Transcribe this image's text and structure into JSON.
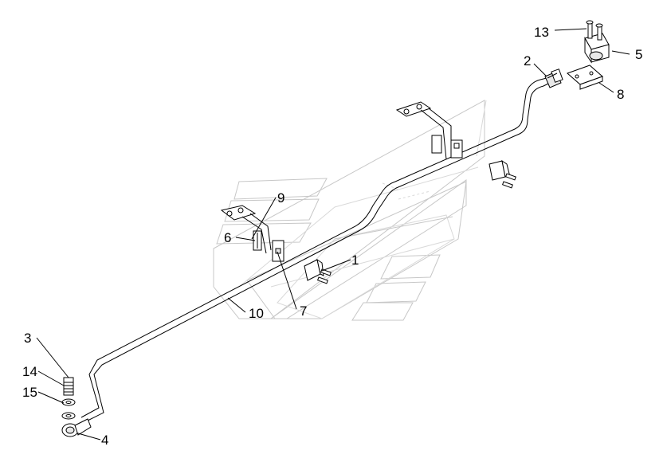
{
  "diagram": {
    "callouts": [
      {
        "id": "1",
        "text": "1"
      },
      {
        "id": "2",
        "text": "2"
      },
      {
        "id": "3",
        "text": "3"
      },
      {
        "id": "4",
        "text": "4"
      },
      {
        "id": "5",
        "text": "5"
      },
      {
        "id": "6",
        "text": "6"
      },
      {
        "id": "7",
        "text": "7"
      },
      {
        "id": "8",
        "text": "8"
      },
      {
        "id": "9",
        "text": "9"
      },
      {
        "id": "10",
        "text": "10"
      },
      {
        "id": "13",
        "text": "13"
      },
      {
        "id": "14",
        "text": "14"
      },
      {
        "id": "15",
        "text": "15"
      }
    ]
  }
}
